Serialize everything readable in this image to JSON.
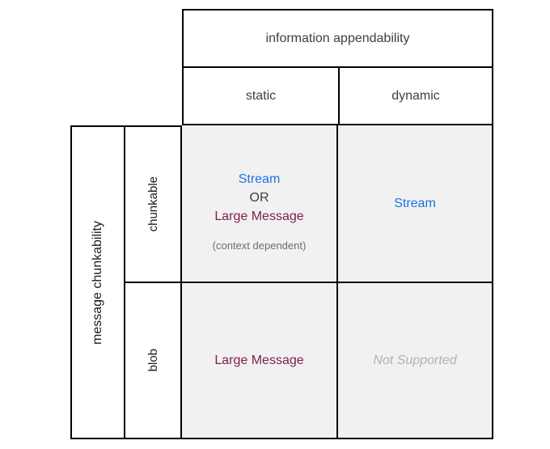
{
  "matrix": {
    "column_axis": {
      "title": "information appendability",
      "columns": [
        "static",
        "dynamic"
      ]
    },
    "row_axis": {
      "title": "message chunkability",
      "rows": [
        "chunkable",
        "blob"
      ]
    },
    "cells": {
      "chunkable_static": {
        "option_a": "Stream",
        "conjunction": "OR",
        "option_b": "Large Message",
        "note": "(context dependent)"
      },
      "chunkable_dynamic": {
        "value": "Stream"
      },
      "blob_static": {
        "value": "Large Message"
      },
      "blob_dynamic": {
        "value": "Not Supported"
      }
    }
  },
  "colors": {
    "stream_blue": "#1a73e8",
    "large_message_maroon": "#7d2150",
    "note_gray": "#6e6e6e",
    "not_supported_gray": "#b2b2b2",
    "header_text": "#3c4043",
    "cell_background": "#f1f1f1",
    "border": "#000000"
  }
}
